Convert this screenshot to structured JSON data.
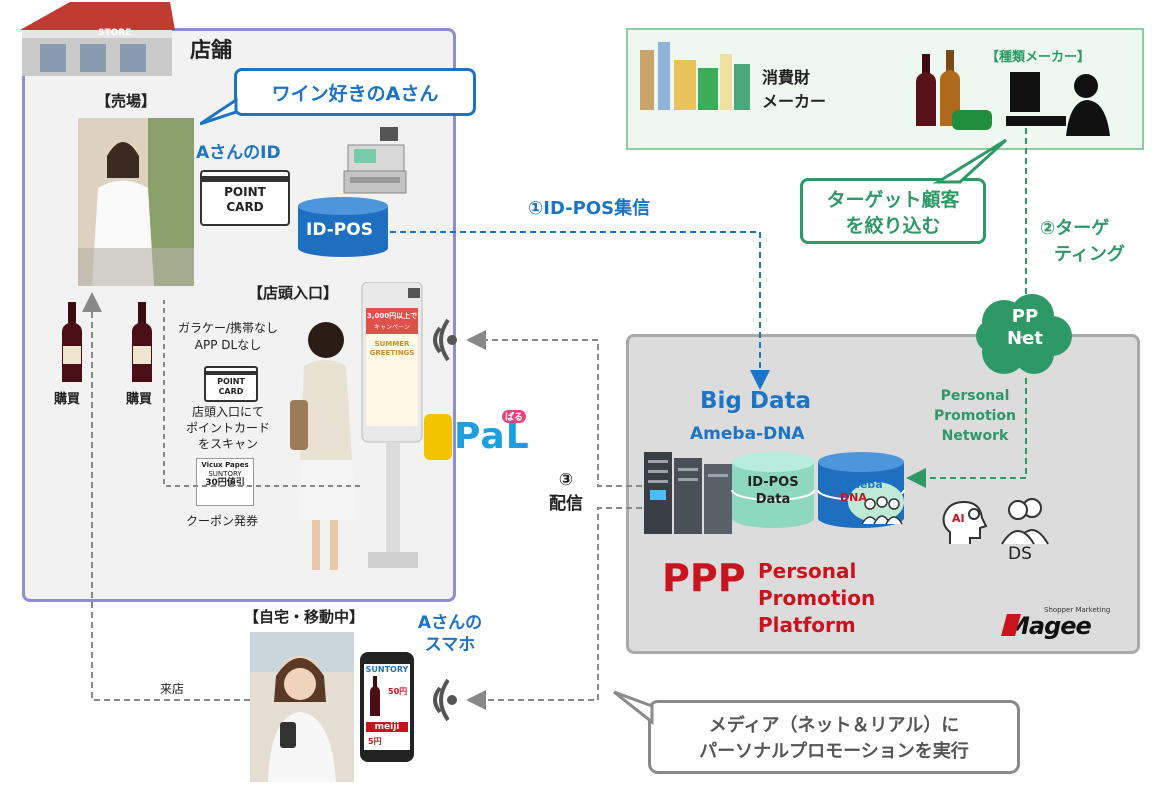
{
  "store": {
    "title": "店舗",
    "building_sign": "STORE",
    "sales_floor_label": "【売場】",
    "customer_callout": "ワイン好きのAさん",
    "customer_id_label": "AさんのID",
    "point_card_line1": "POINT",
    "point_card_line2": "CARD",
    "id_pos_label": "ID-POS",
    "entrance_label": "【店頭入口】",
    "purchase_label_1": "購買",
    "purchase_label_2": "購買",
    "no_phone_line1": "ガラケー/携帯なし",
    "no_phone_line2": "APP DLなし",
    "small_card_line1": "POINT",
    "small_card_line2": "CARD",
    "scan_line1": "店頭入口にて",
    "scan_line2": "ポイントカード",
    "scan_line3": "をスキャン",
    "coupon_brand": "Vicux Papes",
    "coupon_maker": "SUNTORY",
    "coupon_value": "30円値引",
    "coupon_label": "クーポン発券",
    "kiosk_banner_top": "3,000円以上で",
    "kiosk_banner_sub": "キャンペーン",
    "kiosk_summer": "SUMMER GREETINGS",
    "pal_logo": "PaL",
    "pal_badge": "ぱる"
  },
  "maker": {
    "consumer_goods_line1": "消費財",
    "consumer_goods_line2": "メーカー",
    "type_maker": "【種類メーカー】",
    "target_callout_line1": "ターゲット顧客",
    "target_callout_line2": "を絞り込む",
    "targeting_line1": "②ターゲ",
    "targeting_line2": "ティング"
  },
  "flow": {
    "id_pos_collect": "①ID-POS集信",
    "delivery_num": "③",
    "delivery_label": "配信",
    "visit_label": "来店"
  },
  "platform": {
    "big_data": "Big Data",
    "ameba_dna": "Ameba-DNA",
    "pp_net_line1": "PP",
    "pp_net_line2": "Net",
    "ppn_line1": "Personal",
    "ppn_line2": "Promotion",
    "ppn_line3": "Network",
    "db1_line1": "ID-POS",
    "db1_line2": "Data",
    "db2_line1": "Ameba",
    "db2_line2": "DNA",
    "ai_label": "AI",
    "ds_label": "DS",
    "ppp": "PPP",
    "ppp_line1": "Personal",
    "ppp_line2": "Promotion",
    "ppp_line3": "Platform",
    "magee_tag": "Shopper Marketing",
    "magee_logo": "Magee"
  },
  "home": {
    "label": "【自宅・移動中】",
    "phone_line1": "Aさんの",
    "phone_line2": "スマホ",
    "phone_brand": "SUNTORY",
    "phone_price1": "50円",
    "phone_meiji": "meiji",
    "phone_price2": "5円",
    "media_line1": "メディア（ネット＆リアル）に",
    "media_line2": "パーソナルプロモーションを実行"
  },
  "colors": {
    "store_border": "#8e8ed8",
    "store_bg": "#f2f2f2",
    "maker_border": "#8bcda5",
    "maker_bg": "#eef7f0",
    "platform_border": "#a9a9a9",
    "platform_bg": "#dcdcdc",
    "accent_blue": "#1d74c4",
    "accent_green": "#2e9966",
    "accent_red": "#c8141e"
  },
  "icons": [
    "store-building-icon",
    "wifi-signal-icon",
    "server-rack-icon",
    "database-icon",
    "cloud-icon",
    "ai-head-icon",
    "people-icon",
    "wine-bottle-icon",
    "pos-register-icon"
  ]
}
